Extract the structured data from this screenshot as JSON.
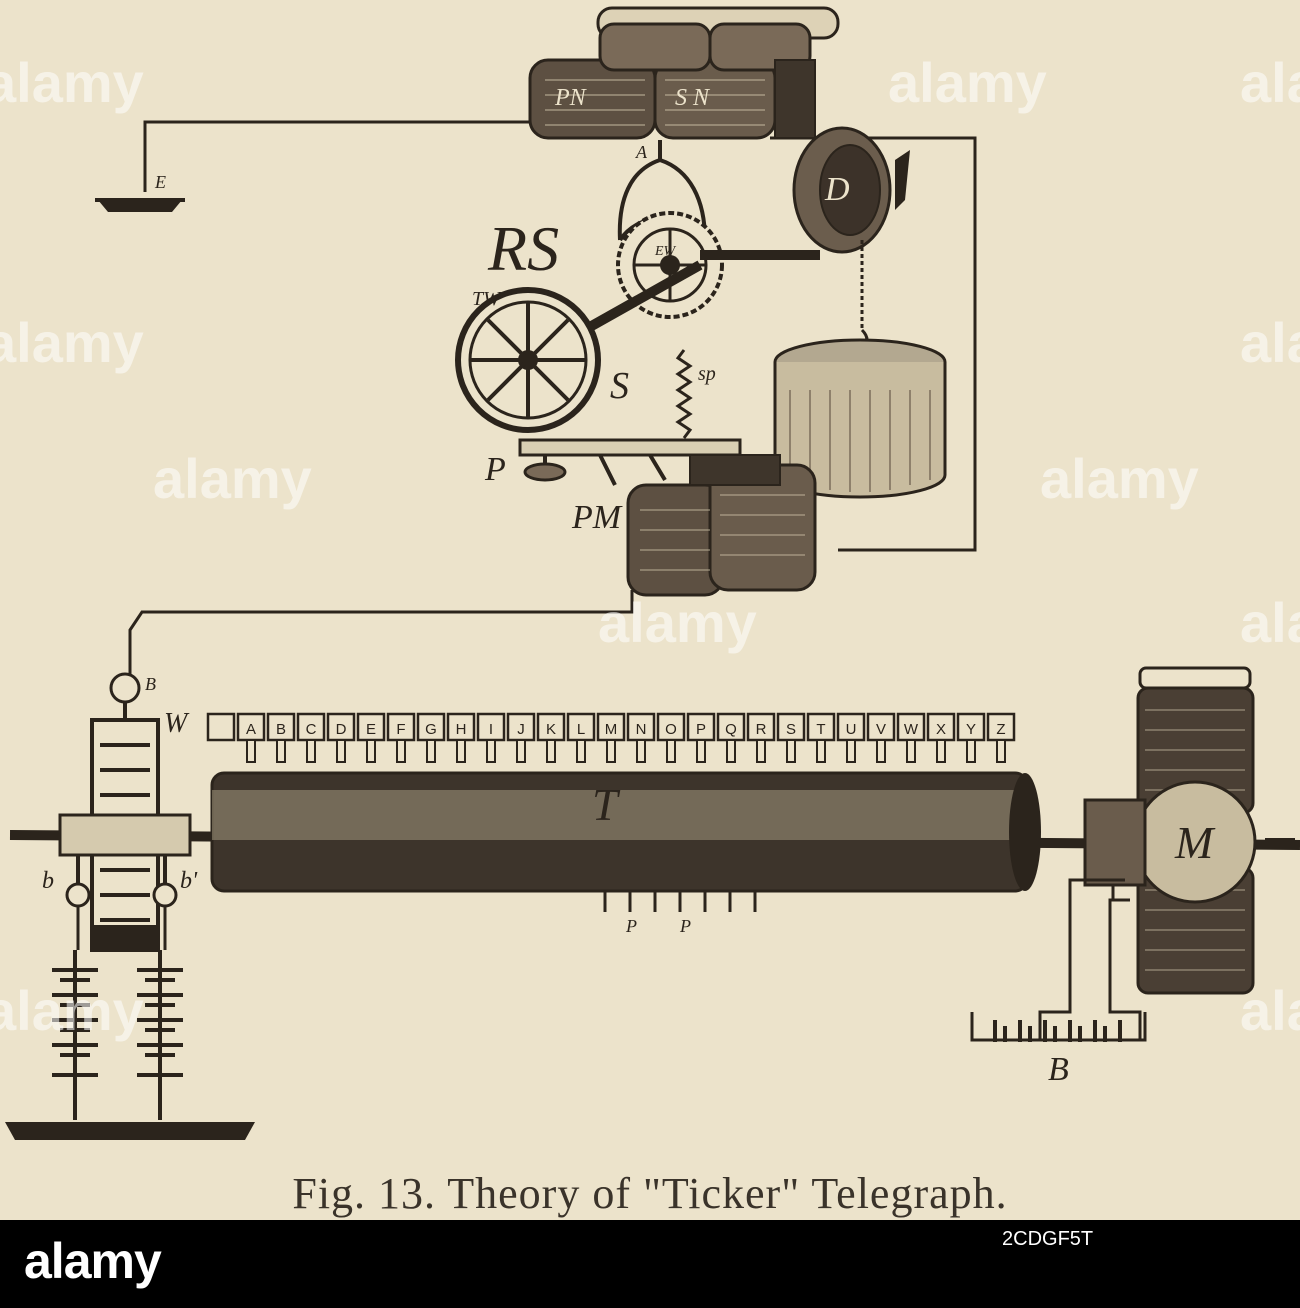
{
  "figure": {
    "caption": "Fig. 13. Theory of \"Ticker\" Telegraph.",
    "labels": {
      "rs": "RS",
      "e": "E",
      "pn": "PN",
      "sn": "S N",
      "a": "A",
      "tw": "TW",
      "ew": "EW",
      "d": "D",
      "s": "S",
      "sp": "sp",
      "p": "P",
      "pm": "PM",
      "w": "W",
      "b_top": "B",
      "b_left": "b",
      "b_right": "b'",
      "t": "T",
      "m": "M",
      "b_battery": "B",
      "p1": "P",
      "p2": "P"
    },
    "letters": [
      "A",
      "B",
      "C",
      "D",
      "E",
      "F",
      "G",
      "H",
      "I",
      "J",
      "K",
      "L",
      "M",
      "N",
      "O",
      "P",
      "Q",
      "R",
      "S",
      "T",
      "U",
      "V",
      "W",
      "X",
      "Y",
      "Z"
    ]
  },
  "stock_footer": {
    "brand": "alamy",
    "image_id": "2CDGF5T"
  },
  "watermark": "alamy",
  "colors": {
    "paper": "#ece3cb",
    "ink": "#2b241c",
    "footer": "#000000"
  }
}
